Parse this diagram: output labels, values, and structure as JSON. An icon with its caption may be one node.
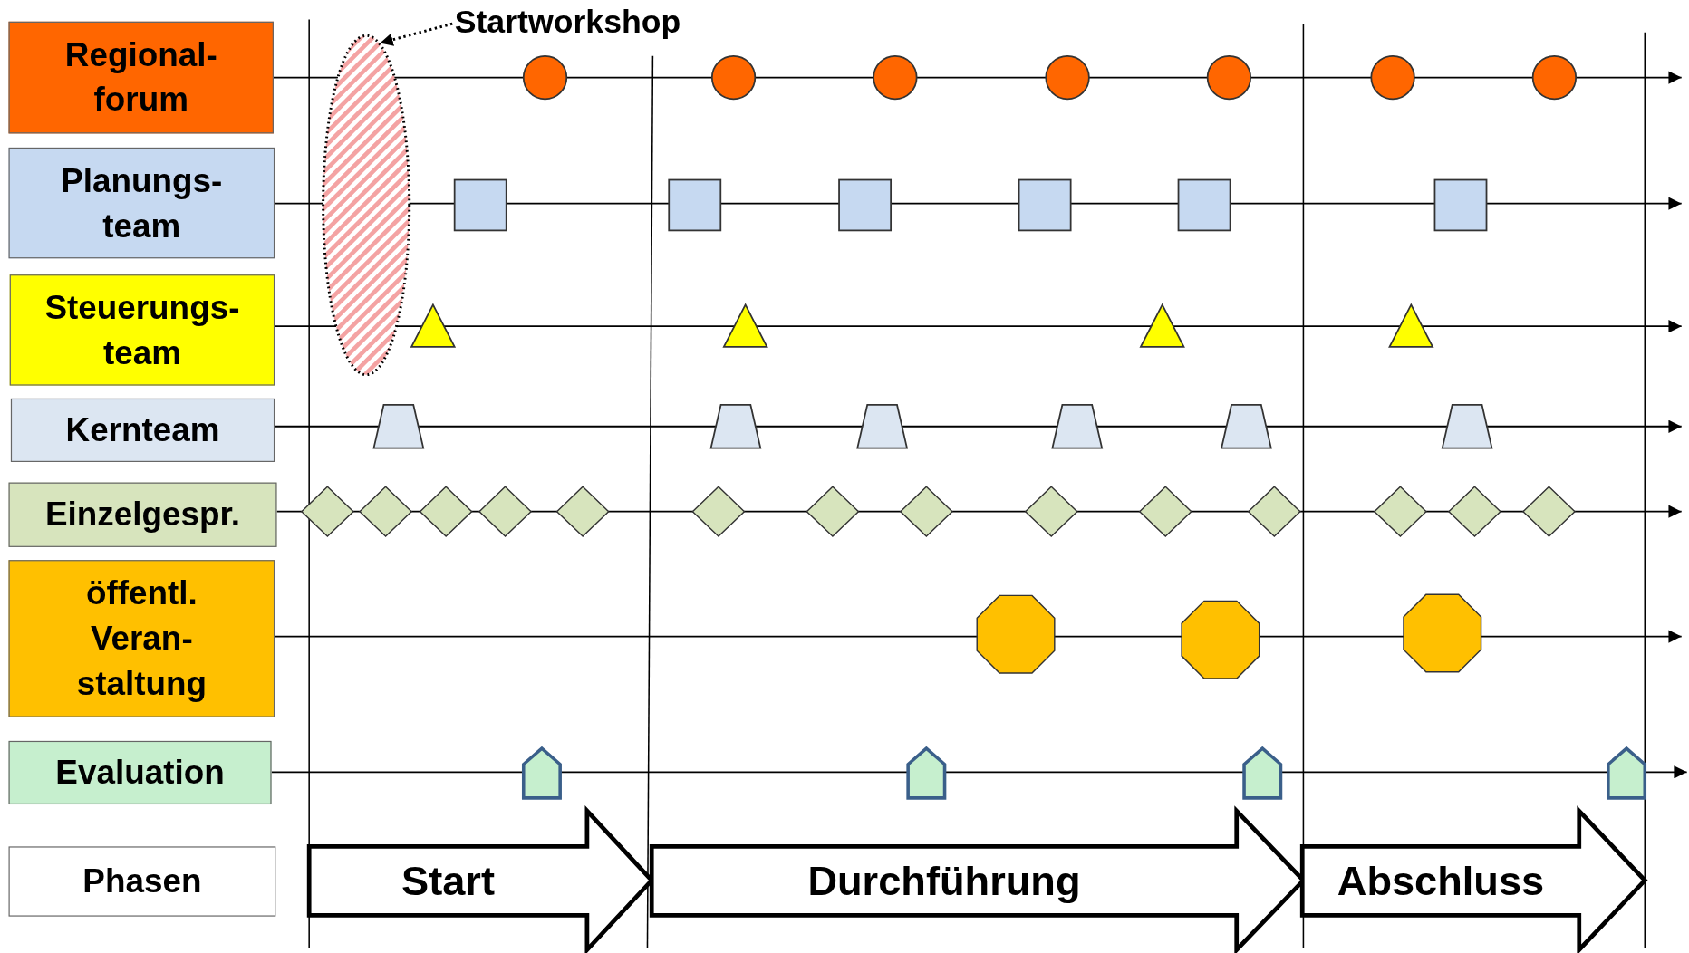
{
  "diagram": {
    "nodes": [
      {
        "text": [
          "Regional- forum"
        ]
      },
      {
        "text": [
          "Planungs- team"
        ]
      },
      {
        "text": [
          "Steuerungs- team"
        ]
      },
      {
        "text": [
          "Kernteam"
        ]
      },
      {
        "text": [
          "Einzelgespr."
        ]
      },
      {
        "text": [
          "öffentl. Veran- staltung"
        ]
      },
      {
        "text": [
          "Evaluation"
        ]
      },
      {
        "text": [
          "Phasen"
        ]
      },
      {
        "text": [
          "Startworkshop"
        ]
      },
      {
        "text": [],
        "shape": "ellipse"
      },
      {
        "text": [],
        "shape": "circle"
      },
      {
        "text": [],
        "shape": "circle"
      },
      {
        "text": [],
        "shape": "circle"
      },
      {
        "text": [],
        "shape": "circle"
      },
      {
        "text": [],
        "shape": "circle"
      },
      {
        "text": [],
        "shape": "circle"
      },
      {
        "text": [],
        "shape": "circle"
      },
      {
        "text": [],
        "shape": "square"
      },
      {
        "text": [],
        "shape": "square"
      },
      {
        "text": [],
        "shape": "square"
      },
      {
        "text": [],
        "shape": "square"
      },
      {
        "text": [],
        "shape": "square"
      },
      {
        "text": [],
        "shape": "square"
      },
      {
        "text": [],
        "shape": "triangle"
      },
      {
        "text": [],
        "shape": "triangle"
      },
      {
        "text": [],
        "shape": "triangle"
      },
      {
        "text": [],
        "shape": "triangle"
      },
      {
        "text": [],
        "shape": "trapezoid"
      },
      {
        "text": [],
        "shape": "trapezoid"
      },
      {
        "text": [],
        "shape": "trapezoid"
      },
      {
        "text": [],
        "shape": "trapezoid"
      },
      {
        "text": [],
        "shape": "trapezoid"
      },
      {
        "text": [],
        "shape": "trapezoid"
      },
      {
        "text": [],
        "shape": "diamond"
      },
      {
        "text": [],
        "shape": "diamond"
      },
      {
        "text": [],
        "shape": "diamond"
      },
      {
        "text": [],
        "shape": "diamond"
      },
      {
        "text": [],
        "shape": "diamond"
      },
      {
        "text": [],
        "shape": "diamond"
      },
      {
        "text": [],
        "shape": "diamond"
      },
      {
        "text": [],
        "shape": "diamond"
      },
      {
        "text": [],
        "shape": "diamond"
      },
      {
        "text": [],
        "shape": "diamond"
      },
      {
        "text": [],
        "shape": "diamond"
      },
      {
        "text": [],
        "shape": "diamond"
      },
      {
        "text": [],
        "shape": "diamond"
      },
      {
        "text": [],
        "shape": "diamond"
      },
      {
        "text": [],
        "shape": "octagon"
      },
      {
        "text": [],
        "shape": "octagon"
      },
      {
        "text": [],
        "shape": "octagon"
      },
      {
        "text": [],
        "shape": "pentagon"
      },
      {
        "text": [],
        "shape": "pentagon"
      },
      {
        "text": [],
        "shape": "pentagon"
      },
      {
        "text": [],
        "shape": "pentagon"
      },
      {
        "text": [
          "Start"
        ]
      },
      {
        "text": [
          "Durchführung"
        ]
      },
      {
        "text": [
          "Abschluss"
        ]
      }
    ],
    "edges": [
      {
        "from": 0,
        "to": null,
        "arrow": "to"
      },
      {
        "from": 1,
        "to": null,
        "arrow": "to"
      },
      {
        "from": 2,
        "to": null,
        "arrow": "to"
      },
      {
        "from": 3,
        "to": null,
        "arrow": "to"
      },
      {
        "from": 4,
        "to": null,
        "arrow": "to"
      },
      {
        "from": 5,
        "to": null,
        "arrow": "to"
      },
      {
        "from": 6,
        "to": null,
        "arrow": "to"
      },
      {
        "from": 8,
        "to": 9,
        "arrow": "to",
        "style": "dashed"
      }
    ]
  }
}
